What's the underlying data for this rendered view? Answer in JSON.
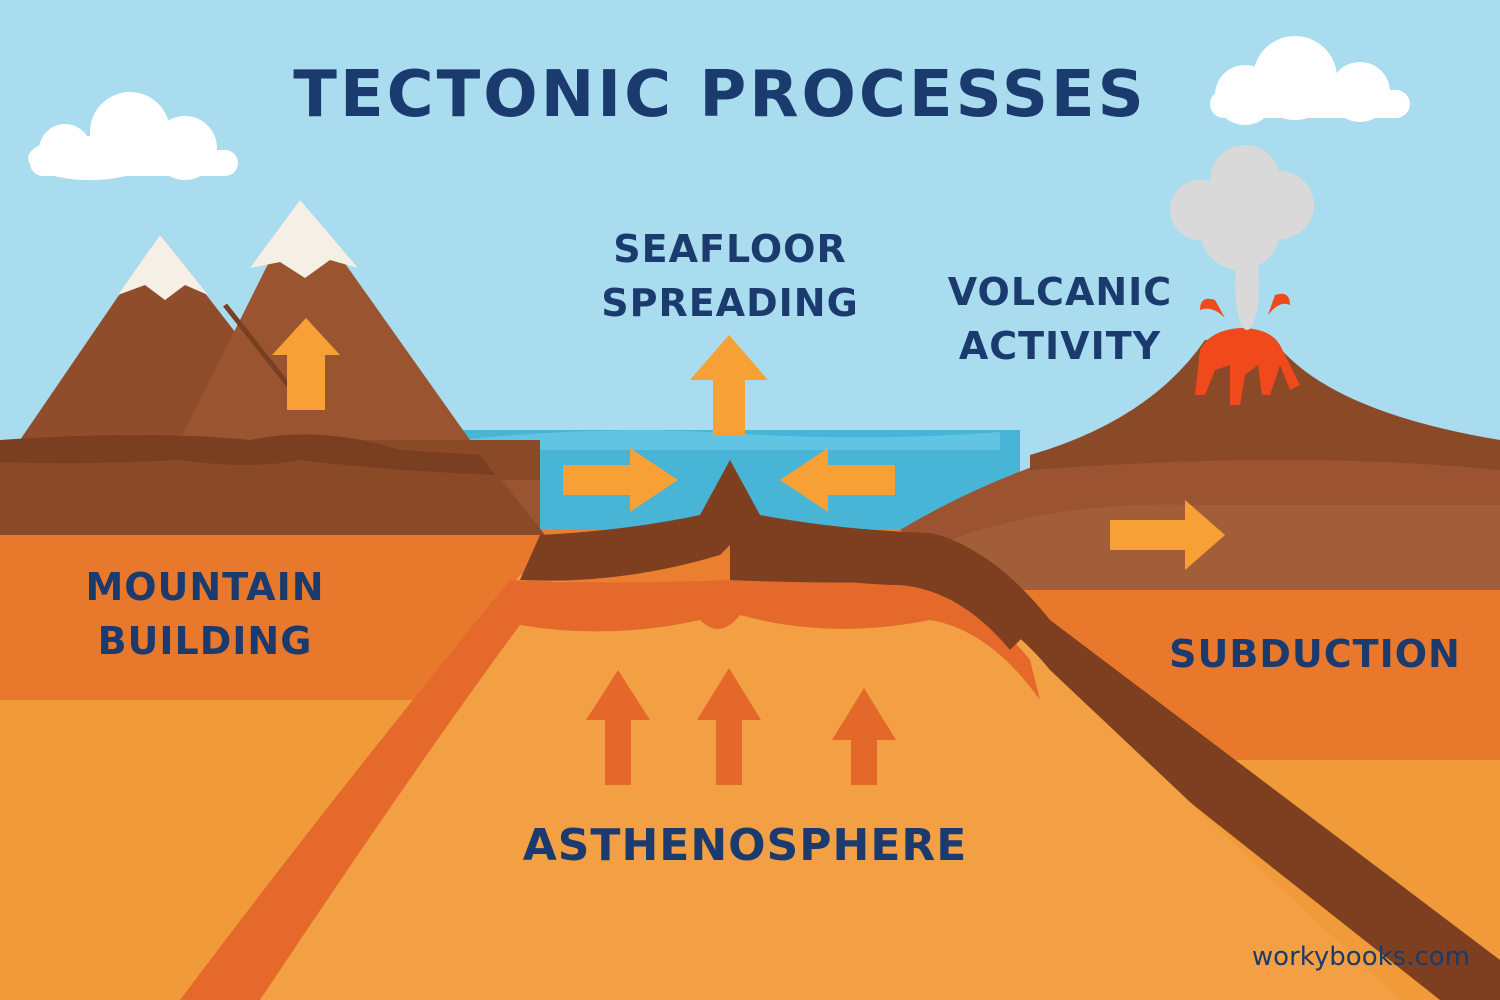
{
  "title": "TECTONIC PROCESSES",
  "labels": {
    "seafloor_line1": "SEAFLOOR",
    "seafloor_line2": "SPREADING",
    "volcanic_line1": "VOLCANIC",
    "volcanic_line2": "ACTIVITY",
    "mountain_line1": "MOUNTAIN",
    "mountain_line2": "BUILDING",
    "subduction": "SUBDUCTION",
    "asthenosphere": "ASTHENOSPHERE"
  },
  "watermark": "workybooks.com",
  "colors": {
    "sky": "#a9dcee",
    "ocean": "#48b4d6",
    "text": "#1b3a6e",
    "arrow": "#f7a035",
    "mantle_arrow": "#e4682a",
    "crust_dark": "#7d3f1f",
    "mountain": "#8f4d2b",
    "lava": "#f04a1c"
  },
  "icons": [
    "cloud-icon",
    "mountain-icon",
    "volcano-icon",
    "arrow-icon"
  ]
}
